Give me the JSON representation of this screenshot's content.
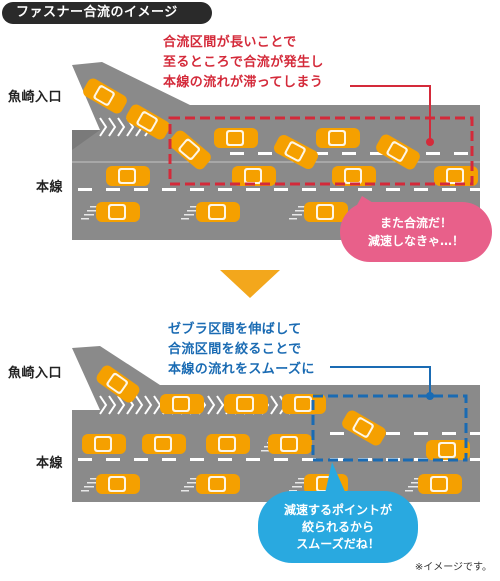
{
  "title": "ファスナー合流のイメージ",
  "top": {
    "label_entrance": "魚崎入口",
    "label_main": "本線",
    "caption_lines": [
      "合流区間が長いことで",
      "至るところで合流が発生し",
      "本線の流れが滞ってしまう"
    ],
    "bubble_lines": [
      "また合流だ！",
      "減速しなきゃ…！"
    ]
  },
  "bottom": {
    "label_entrance": "魚崎入口",
    "label_main": "本線",
    "caption_lines": [
      "ゼブラ区間を伸ばして",
      "合流区間を絞ることで",
      "本線の流れをスムーズに"
    ],
    "bubble_lines": [
      "減速するポイントが",
      "絞られるから",
      "スムーズだね！"
    ]
  },
  "note": "※イメージです。",
  "colors": {
    "road": "#8a8a8a",
    "road_dark": "#6d6d6d",
    "car_orange": "#f5a000",
    "car_white_trim": "#ffffff",
    "red_accent": "#d42a3a",
    "blue_accent": "#1a6bb3",
    "bubble_pink": "#e8608a",
    "bubble_blue": "#29a9e0",
    "arrow_orange": "#f3a71c",
    "title_bg": "#2a2a2a"
  }
}
